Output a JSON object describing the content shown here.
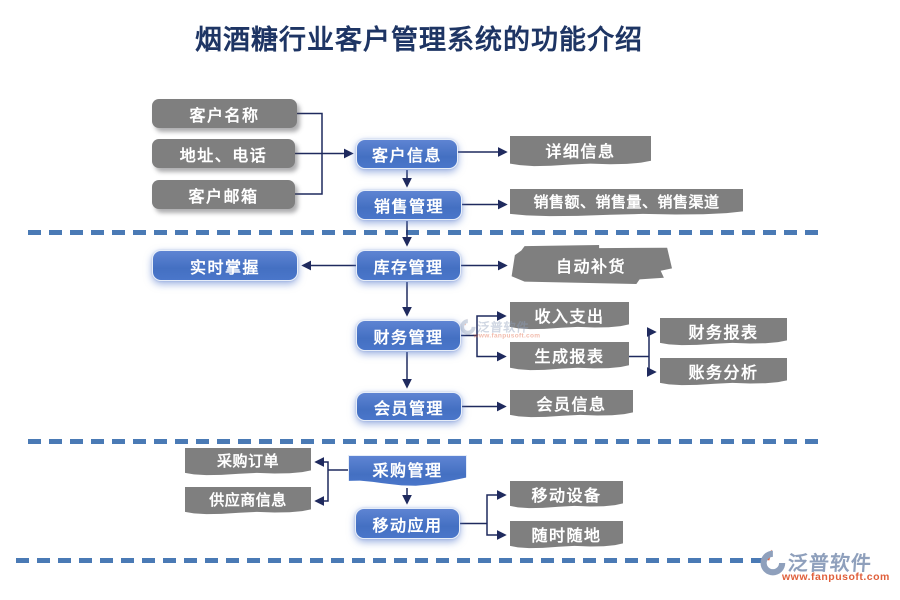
{
  "title": "烟酒糖行业客户管理系统的功能介绍",
  "colors": {
    "title_navy": "#1e3564",
    "node_blue": "#4a72c4",
    "node_gray": "#7f7f7f",
    "arrow_navy": "#1f2a5e",
    "divider_blue": "#4a7ab5",
    "watermark_blue": "#8fa0bc",
    "watermark_orange": "#e0603c"
  },
  "nodes": {
    "customer_name": "客户名称",
    "address_phone": "地址、电话",
    "customer_email": "客户邮箱",
    "customer_info": "客户信息",
    "sales_mgmt": "销售管理",
    "detail_info": "详细信息",
    "sales_metrics": "销售额、销售量、销售渠道",
    "realtime_grasp": "实时掌握",
    "inventory_mgmt": "库存管理",
    "auto_replenish": "自动补货",
    "finance_mgmt": "财务管理",
    "income_expense": "收入支出",
    "report_gen": "生成报表",
    "finance_report": "财务报表",
    "account_analysis": "账务分析",
    "member_mgmt": "会员管理",
    "member_info": "会员信息",
    "purchase_order": "采购订单",
    "supplier_info": "供应商信息",
    "purchase_mgmt": "采购管理",
    "mobile_app": "移动应用",
    "mobile_device": "移动设备",
    "anytime_anywhere": "随时随地"
  },
  "watermark": {
    "brand": "泛普软件",
    "url": "www.fanpusoft.com"
  }
}
